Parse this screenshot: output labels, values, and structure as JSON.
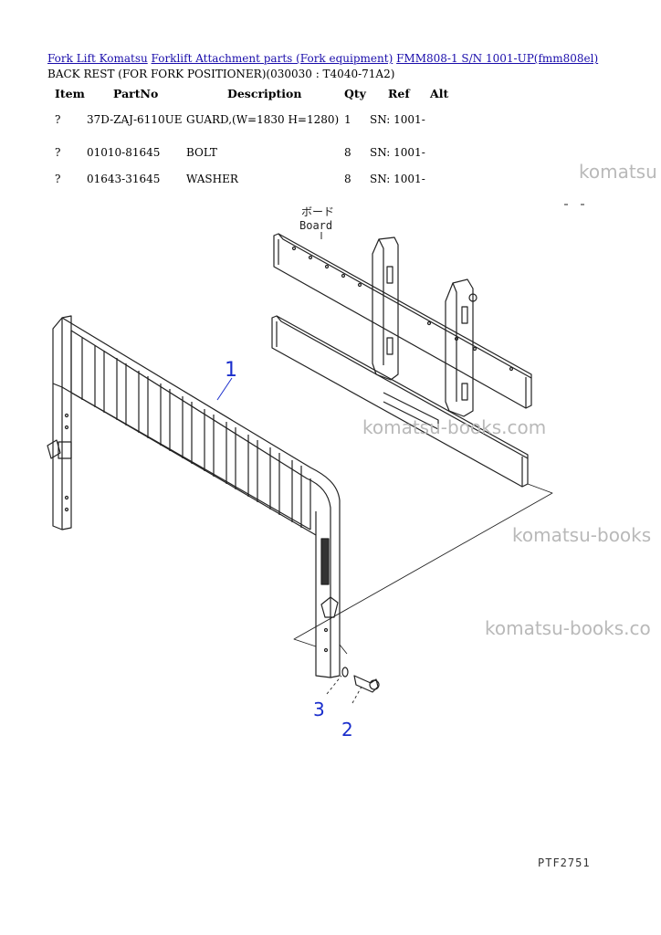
{
  "breadcrumb": [
    {
      "label": "Fork Lift Komatsu"
    },
    {
      "label": "Forklift Attachment parts (Fork equipment)"
    },
    {
      "label": "FMM808-1 S/N 1001-UP(fmm808el)"
    }
  ],
  "subtitle": "BACK REST (FOR FORK POSITIONER)(030030 : T4040-71A2)",
  "table": {
    "headers": {
      "item": "Item",
      "partno": "PartNo",
      "description": "Description",
      "qty": "Qty",
      "ref": "Ref",
      "alt": "Alt"
    },
    "rows": [
      {
        "item": "?",
        "partno": "37D-ZAJ-6110UE",
        "description": "GUARD,(W=1830 H=1280)",
        "qty": "1",
        "ref": "SN: 1001-"
      },
      {
        "item": "?",
        "partno": "01010-81645",
        "description": "BOLT",
        "qty": "8",
        "ref": "SN: 1001-"
      },
      {
        "item": "?",
        "partno": "01643-31645",
        "description": "WASHER",
        "qty": "8",
        "ref": "SN: 1001-"
      }
    ]
  },
  "diagram": {
    "board_label_jp": "ボード",
    "board_label_en": "Board",
    "callouts": [
      "1",
      "2",
      "3"
    ],
    "callout_color": "#1a2ecc",
    "figure_code": "PTF2751"
  },
  "watermarks": [
    "komatsu",
    "komatsu-books.com",
    "komatsu-books",
    "komatsu-books.co"
  ]
}
